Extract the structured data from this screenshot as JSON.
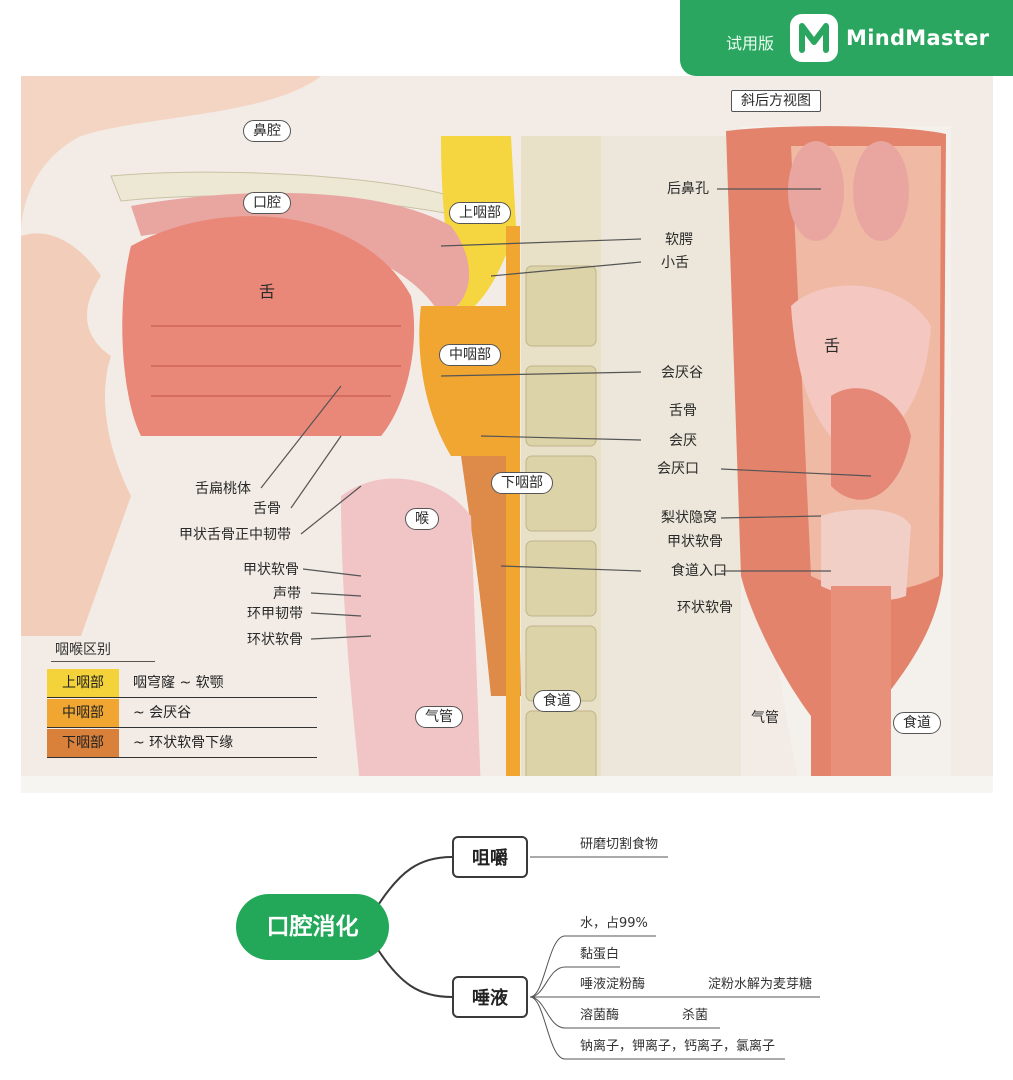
{
  "badge": {
    "trial_label": "试用版",
    "brand": "MindMaster"
  },
  "figure": {
    "title_oblique_view": "斜后方视图",
    "left_labels": {
      "nasal_cavity": "鼻腔",
      "oral_cavity": "口腔",
      "tongue": "舌",
      "nasopharynx": "上咽部",
      "oropharynx": "中咽部",
      "laryngopharynx": "下咽部",
      "larynx": "喉",
      "trachea": "气管",
      "esophagus": "食道",
      "lingual_tonsil": "舌扁桃体",
      "hyoid": "舌骨",
      "thyrohyoid_ligament": "甲状舌骨正中韧带",
      "thyroid_cartilage": "甲状软骨",
      "vocal_cord": "声带",
      "cricothyroid_ligament": "环甲韧带",
      "cricoid_cartilage": "环状软骨"
    },
    "middle_labels": {
      "posterior_nares": "后鼻孔",
      "soft_palate": "软腭",
      "uvula": "小舌",
      "vallecula": "会厌谷",
      "hyoid": "舌骨",
      "epiglottis": "会厌",
      "laryngeal_inlet": "会厌口",
      "piriform_recess": "梨状隐窝",
      "thyroid_cartilage": "甲状软骨",
      "esophageal_entrance": "食道入口",
      "cricoid_cartilage": "环状软骨"
    },
    "right_labels": {
      "tongue": "舌",
      "trachea": "气管",
      "esophagus": "食道"
    },
    "legend": {
      "title": "咽喉区别",
      "rows": [
        {
          "key": "上咽部",
          "value": "咽穹窿 ~ 软颚",
          "color": "#f3d23a"
        },
        {
          "key": "中咽部",
          "value": "~ 会厌谷",
          "color": "#f0a631"
        },
        {
          "key": "下咽部",
          "value": "~ 环状软骨下缘",
          "color": "#d9803a"
        }
      ]
    }
  },
  "mindmap": {
    "root": "口腔消化",
    "branches": [
      {
        "label": "咀嚼",
        "leaves": [
          "研磨切割食物"
        ]
      },
      {
        "label": "唾液",
        "leaves": [
          "水，占99%",
          "黏蛋白",
          "唾液淀粉酶",
          "溶菌酶",
          "钠离子，钾离子，钙离子，氯离子"
        ],
        "sub": {
          "amylase": "淀粉水解为麦芽糖",
          "lysozyme": "杀菌"
        }
      }
    ]
  },
  "colors": {
    "brand_green": "#2aa660",
    "root_green": "#23a85a"
  }
}
